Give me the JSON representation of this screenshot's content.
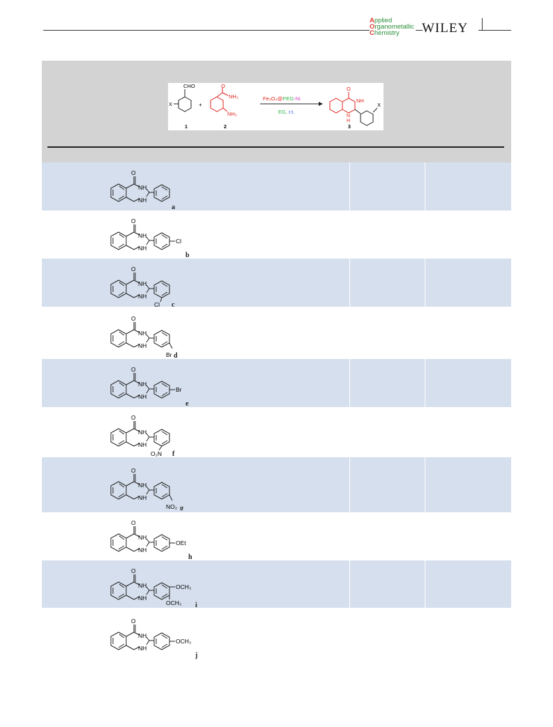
{
  "header": {
    "journal_line1_cap": "A",
    "journal_line1_rest": "pplied",
    "journal_line2_cap": "O",
    "journal_line2_rest": "rganometallic",
    "journal_line3_cap": "C",
    "journal_line3_rest": "hemistry",
    "publisher": "WILEY"
  },
  "scheme": {
    "reactant1_group": "CHO",
    "reactant1_sub": "X",
    "plus": "+",
    "reactant2_group1": "O",
    "reactant2_group2": "NH₂",
    "reactant2_group3": "NH₂",
    "catalyst_a": "Fe₃O₄@",
    "catalyst_b": "PEG",
    "catalyst_c": "-Ni",
    "solvent": "EG,",
    "condition": "r.t.",
    "product_o": "O",
    "product_nh": "NH",
    "product_h": "H",
    "product_n": "N",
    "product_sub": "X",
    "num1": "1",
    "num2": "2",
    "num3": "3"
  },
  "colors": {
    "scheme_band": "#d3d3d3",
    "shaded_row": "#d5dfed",
    "reagent_red": "#e0221b",
    "peg_green": "#33b54a",
    "ni_magenta": "#d63fc4",
    "eg_blue": "#2a5bd7"
  },
  "rows": [
    {
      "label": "a",
      "sub1": "",
      "sub2": ""
    },
    {
      "label": "b",
      "sub1": "Cl",
      "sub2": ""
    },
    {
      "label": "c",
      "sub1": "Cl",
      "sub2": ""
    },
    {
      "label": "d",
      "sub1": "Br",
      "sub2": ""
    },
    {
      "label": "e",
      "sub1": "Br",
      "sub2": ""
    },
    {
      "label": "f",
      "sub1": "O₂N",
      "sub2": ""
    },
    {
      "label": "g",
      "sub1": "NO₂",
      "sub2": ""
    },
    {
      "label": "h",
      "sub1": "OEt",
      "sub2": ""
    },
    {
      "label": "i",
      "sub1": "OCH₃",
      "sub2": "OCH₃"
    },
    {
      "label": "j",
      "sub1": "OCH₃",
      "sub2": ""
    }
  ],
  "struct_text": {
    "o": "O",
    "nh": "NH"
  }
}
